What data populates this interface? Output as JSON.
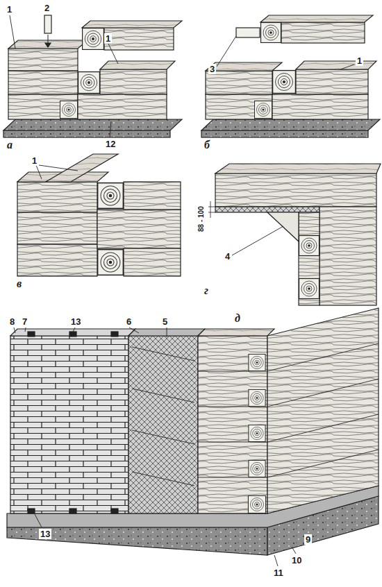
{
  "diagram": {
    "labels": [
      "1",
      "2",
      "1",
      "12",
      "а",
      "3",
      "1",
      "б",
      "1",
      "в",
      "88 - 100",
      "4",
      "г",
      "8",
      "7",
      "13",
      "6",
      "5",
      "д",
      "13",
      "11",
      "10",
      "9"
    ]
  }
}
